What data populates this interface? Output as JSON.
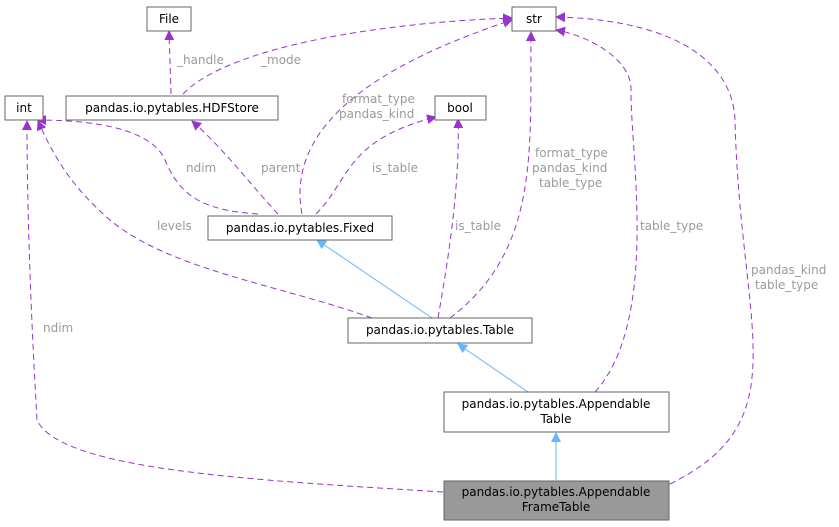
{
  "colors": {
    "usage_edge": "#9a32cd",
    "inheritance_edge": "#63b8ff",
    "node_border": "#666666",
    "highlight_fill": "#999999",
    "edge_label": "#9a9a9a"
  },
  "nodes": {
    "file": "File",
    "str": "str",
    "int": "int",
    "hdfstore": "pandas.io.pytables.HDFStore",
    "bool": "bool",
    "fixed": "pandas.io.pytables.Fixed",
    "table": "pandas.io.pytables.Table",
    "appendable_table": [
      "pandas.io.pytables.Appendable",
      "Table"
    ],
    "appendable_frame_table": [
      "pandas.io.pytables.Appendable",
      "FrameTable"
    ]
  },
  "edge_labels": {
    "handle": "_handle",
    "mode": "_mode",
    "fixed_str": [
      "format_type",
      "pandas_kind"
    ],
    "fixed_int": "ndim",
    "fixed_hdfstore": "parent",
    "fixed_bool": "is_table",
    "table_int": "levels",
    "table_bool": "is_table",
    "table_str": [
      "format_type",
      "pandas_kind",
      "table_type"
    ],
    "appendable_str": "table_type",
    "aft_int": "ndim",
    "aft_str": [
      "pandas_kind",
      "table_type"
    ]
  }
}
